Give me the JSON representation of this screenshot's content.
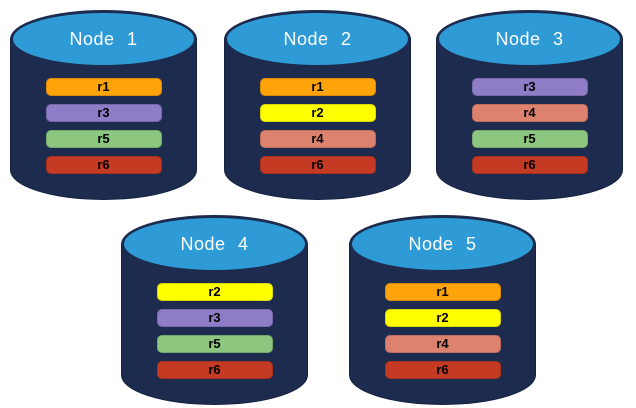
{
  "colors": {
    "cylinder_body": "#1C2B4E",
    "cylinder_outline": "#15223F",
    "cylinder_top_fill": "#2E9BD6",
    "node_title_text": "#FFFFFF",
    "bar_text": "#000000",
    "replica_colors": {
      "r1": "#FFA30A",
      "r2": "#FFFF00",
      "r3": "#8E7CC6",
      "r4": "#DE8270",
      "r5": "#8CC67F",
      "r6": "#C43A23"
    }
  },
  "nodes": [
    {
      "label": "Node 1",
      "replicas": [
        "r1",
        "r3",
        "r5",
        "r6"
      ]
    },
    {
      "label": "Node 2",
      "replicas": [
        "r1",
        "r2",
        "r4",
        "r6"
      ]
    },
    {
      "label": "Node 3",
      "replicas": [
        "r3",
        "r4",
        "r5",
        "r6"
      ]
    },
    {
      "label": "Node 4",
      "replicas": [
        "r2",
        "r3",
        "r5",
        "r6"
      ]
    },
    {
      "label": "Node 5",
      "replicas": [
        "r1",
        "r2",
        "r4",
        "r6"
      ]
    }
  ]
}
